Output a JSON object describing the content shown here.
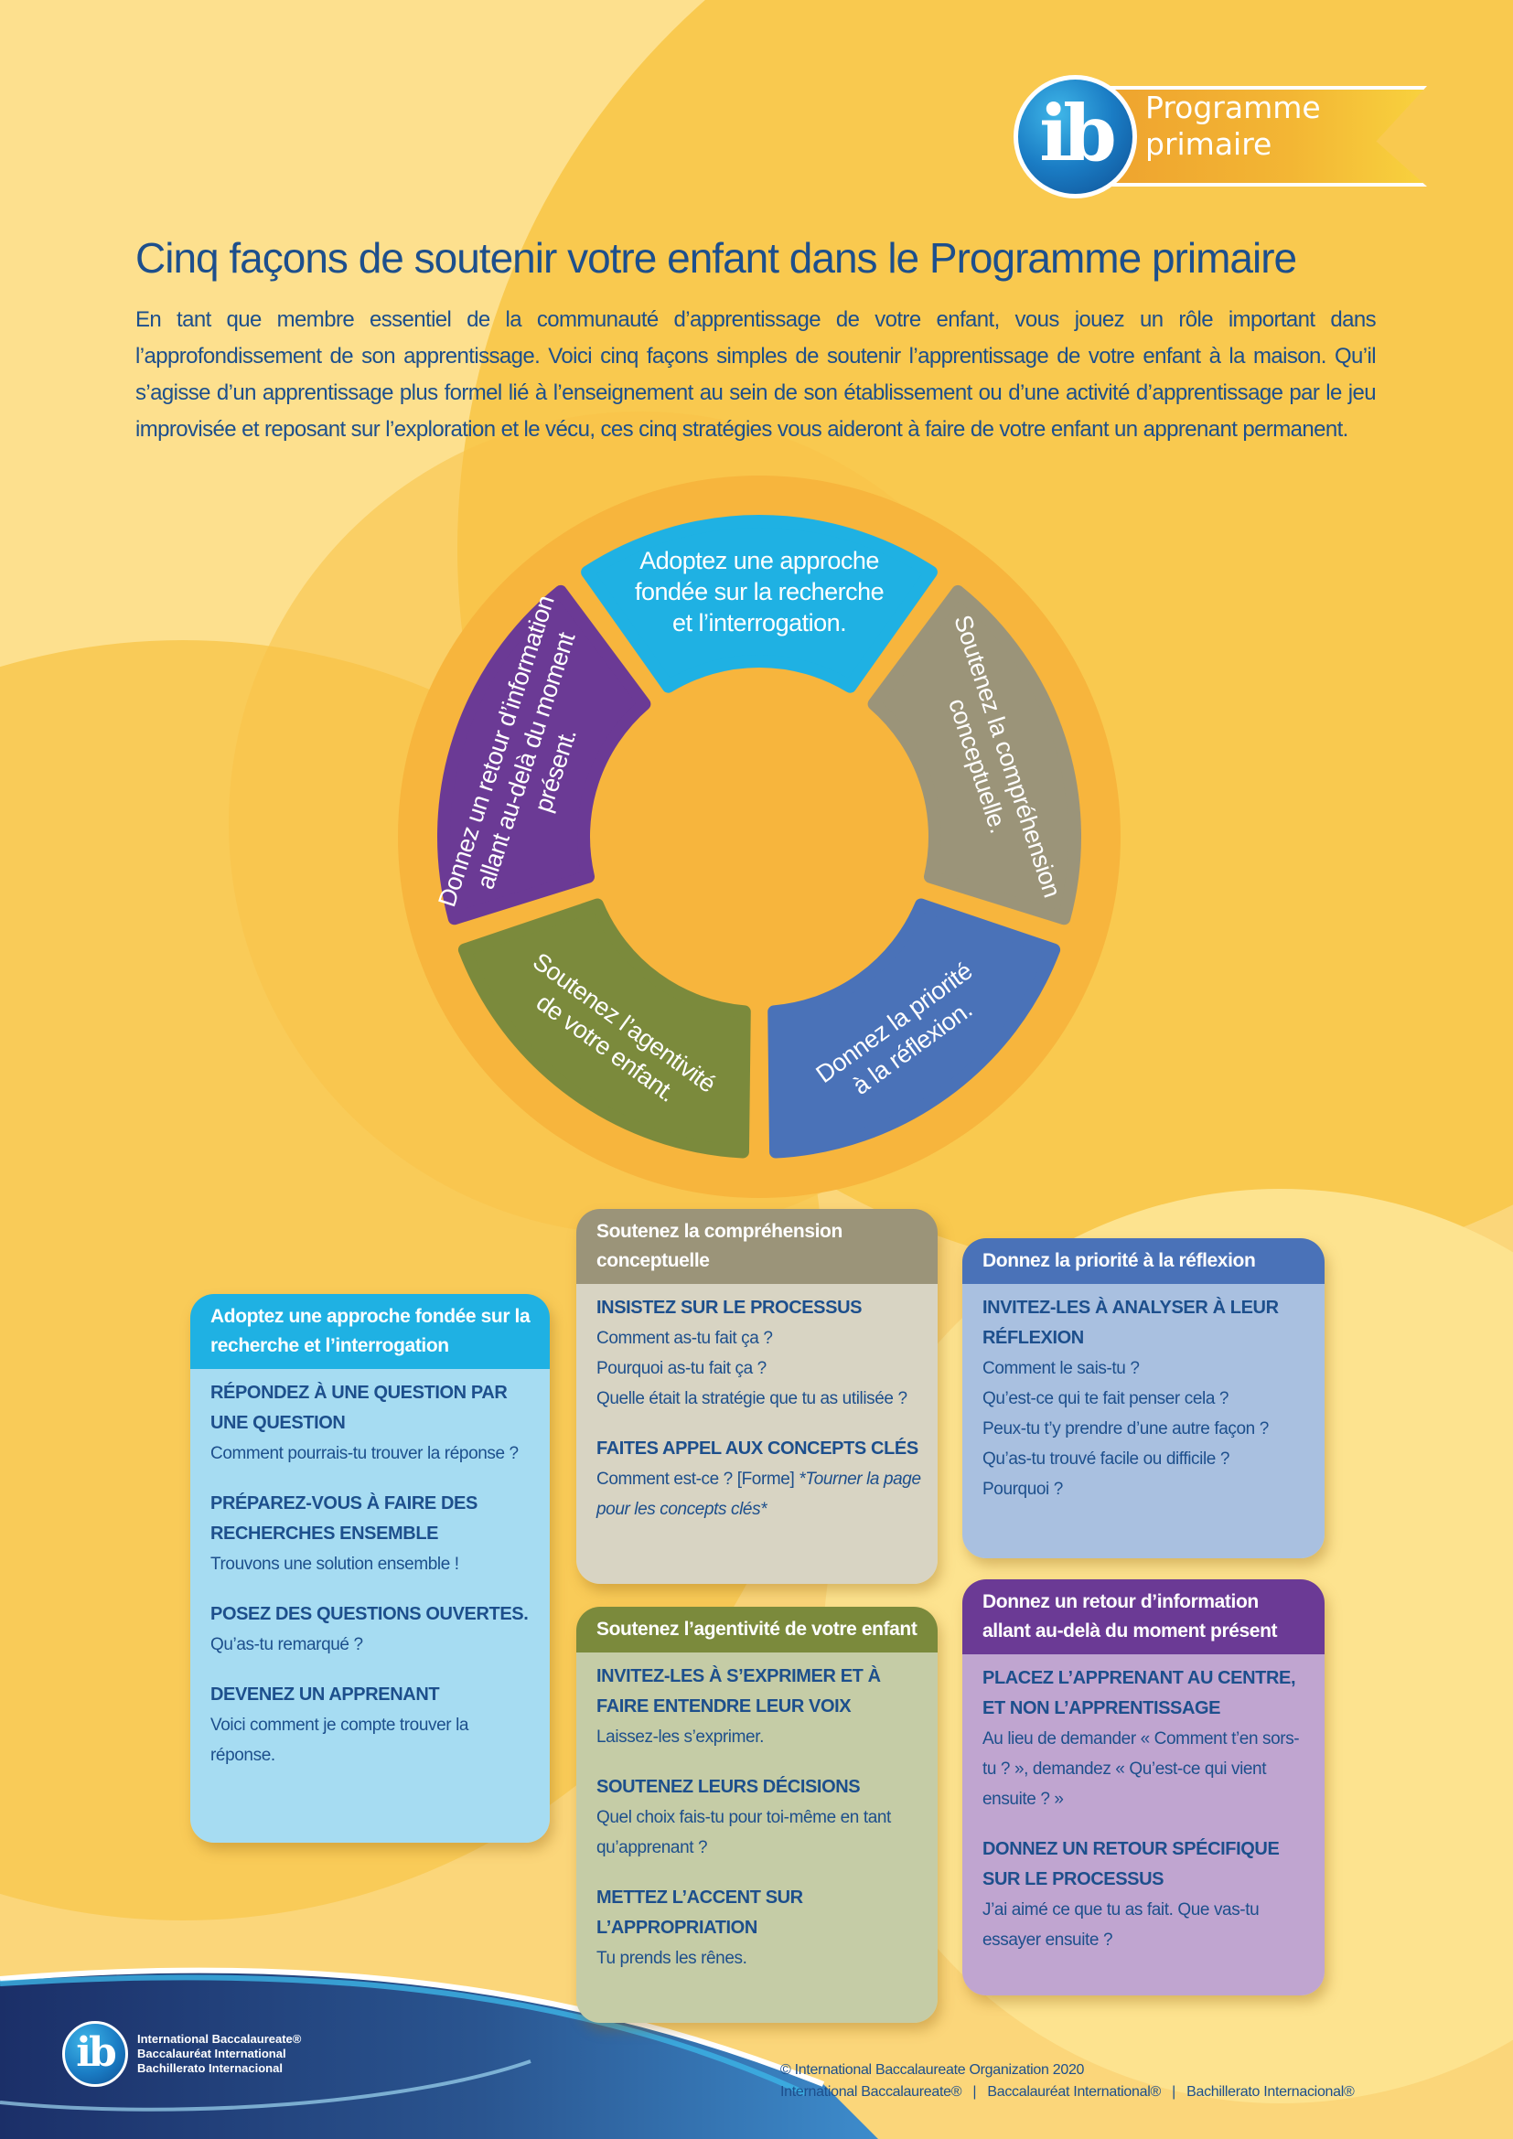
{
  "header": {
    "logo_mark": "ib",
    "programme_line1": "Programme",
    "programme_line2": "primaire"
  },
  "title": "Cinq façons de soutenir votre enfant dans le Programme primaire",
  "intro": "En tant que membre essentiel de la communauté d’apprentissage de votre enfant, vous jouez un rôle important dans l’approfondissement de son apprentissage. Voici cinq façons simples de soutenir l’apprentissage de votre enfant à la maison. Qu’il s’agisse d’un apprentissage plus formel lié à l’enseignement au sein de son établissement ou d’une activité d’apprentissage par le jeu improvisée et reposant sur l’exploration et le vécu, ces cinq stratégies vous aideront à faire de votre enfant un apprenant permanent.",
  "colors": {
    "inquiry": "#1fb1e3",
    "conceptual": "#9b9479",
    "reflection": "#4a72b8",
    "agency": "#7b8a3c",
    "feedback": "#6b3a95",
    "wheel_ring": "#f7b53d",
    "text_blue": "#1d4f8c"
  },
  "wheel": {
    "segments": [
      {
        "key": "inquiry",
        "lines": [
          "Adoptez une approche",
          "fondée sur la recherche",
          "et l’interrogation."
        ]
      },
      {
        "key": "conceptual",
        "lines": [
          "Soutenez la compréhension",
          "conceptuelle."
        ]
      },
      {
        "key": "reflection",
        "lines": [
          "Donnez la priorité",
          "à la réflexion."
        ]
      },
      {
        "key": "agency",
        "lines": [
          "Soutenez l’agentivité",
          "de votre enfant."
        ]
      },
      {
        "key": "feedback",
        "lines": [
          "Donnez un retour d’information",
          "allant au-delà du moment",
          "présent."
        ]
      }
    ]
  },
  "cards": {
    "inquiry": {
      "heading": "Adoptez une approche fondée sur la recherche et l’interrogation",
      "items": [
        {
          "title": "RÉPONDEZ À UNE QUESTION PAR UNE QUESTION",
          "lines": [
            "Comment pourrais-tu trouver la réponse ?"
          ]
        },
        {
          "title": "PRÉPAREZ-VOUS À FAIRE DES RECHERCHES ENSEMBLE",
          "lines": [
            "Trouvons une solution ensemble !"
          ]
        },
        {
          "title": "POSEZ DES QUESTIONS OUVERTES.",
          "lines": [
            "Qu’as-tu remarqué ?"
          ]
        },
        {
          "title": "DEVENEZ UN APPRENANT",
          "lines": [
            "Voici comment je compte trouver la réponse."
          ]
        }
      ]
    },
    "conceptual": {
      "heading": "Soutenez la compréhension conceptuelle",
      "items": [
        {
          "title": "INSISTEZ SUR LE PROCESSUS",
          "lines": [
            "Comment as-tu fait ça ?",
            "Pourquoi as-tu fait ça ?",
            "Quelle était la stratégie que tu as utilisée ?"
          ]
        },
        {
          "title": "FAITES APPEL AUX CONCEPTS CLÉS",
          "lines": [
            "Comment est-ce ? [Forme]"
          ],
          "note": "*Tourner la page pour les concepts clés*"
        }
      ]
    },
    "agency": {
      "heading": "Soutenez l’agentivité de votre enfant",
      "items": [
        {
          "title": "INVITEZ-LES À S’EXPRIMER ET À FAIRE ENTENDRE LEUR VOIX",
          "lines": [
            "Laissez-les s’exprimer."
          ]
        },
        {
          "title": "SOUTENEZ LEURS DÉCISIONS",
          "lines": [
            "Quel choix fais-tu pour toi-même en tant qu’apprenant ?"
          ]
        },
        {
          "title": "METTEZ L’ACCENT SUR L’APPROPRIATION",
          "lines": [
            "Tu prends les rênes."
          ]
        }
      ]
    },
    "reflection": {
      "heading": "Donnez la priorité à la réflexion",
      "items": [
        {
          "title": "INVITEZ-LES À ANALYSER À LEUR RÉFLEXION",
          "lines": [
            "Comment le sais-tu ?",
            "Qu’est-ce qui te fait penser cela ?",
            "Peux-tu t’y prendre d’une autre façon ?",
            "Qu’as-tu trouvé facile ou difficile ?",
            "Pourquoi ?"
          ]
        }
      ]
    },
    "feedback": {
      "heading": "Donnez un retour d’information allant au-delà du moment présent",
      "items": [
        {
          "title": "PLACEZ L’APPRENANT AU CENTRE, ET NON L’APPRENTISSAGE",
          "lines": [
            "Au lieu de demander « Comment t’en sors-tu ? », demandez « Qu’est-ce qui vient ensuite ? »"
          ]
        },
        {
          "title": "DONNEZ UN RETOUR SPÉCIFIQUE SUR LE PROCESSUS",
          "lines": [
            "J’ai aimé ce que tu as fait. Que vas-tu essayer ensuite ?"
          ]
        }
      ]
    }
  },
  "footer": {
    "logo_mark": "ib",
    "org_names": [
      "International Baccalaureate®",
      "Baccalauréat International",
      "Bachillerato Internacional"
    ],
    "copyright": "© International Baccalaureate Organization 2020",
    "trademarks": [
      "International Baccalaureate®",
      "Baccalauréat International®",
      "Bachillerato Internacional®"
    ],
    "separator": "|"
  }
}
